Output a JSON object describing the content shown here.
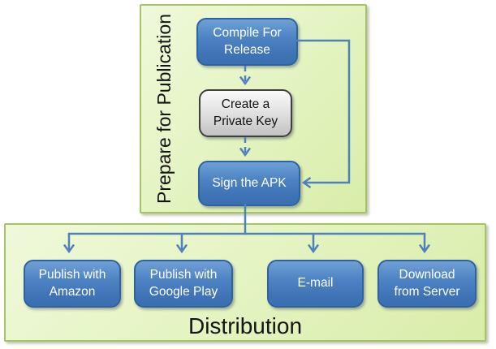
{
  "groups": {
    "prepare": {
      "label": "Prepare for Publication"
    },
    "distribution": {
      "label": "Distribution"
    }
  },
  "nodes": {
    "compile": {
      "label": "Compile For\nRelease"
    },
    "private_key": {
      "label": "Create a\nPrivate Key"
    },
    "sign": {
      "label": "Sign the APK"
    },
    "amazon": {
      "label": "Publish with\nAmazon"
    },
    "google_play": {
      "label": "Publish with\nGoogle Play"
    },
    "email": {
      "label": "E-mail"
    },
    "download": {
      "label": "Download\nfrom Server"
    }
  },
  "colors": {
    "connector_blue": "#4F81BD",
    "node_blue_fill_top": "#6FA0D6",
    "node_blue_fill_bottom": "#3A6FB0",
    "node_blue_border": "#2F62A0",
    "node_gray_fill_top": "#FAFAFA",
    "node_gray_fill_bottom": "#C2C2C2",
    "node_gray_border": "#3F3F3F",
    "group_fill_light": "#EFF9DA",
    "group_fill_dark": "#D9EDAA",
    "group_border": "#A8C266",
    "label_text": "#141414",
    "node_text_white": "#FFFFFF"
  }
}
